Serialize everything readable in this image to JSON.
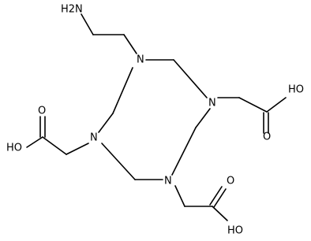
{
  "structure": {
    "atom_labels": {
      "amine": "H2N",
      "nitrogen_top": "N",
      "nitrogen_right": "N",
      "nitrogen_left": "N",
      "nitrogen_bottom": "N",
      "hydroxyl_right": "HO",
      "hydroxyl_left": "HO",
      "hydroxyl_bottom": "HO",
      "oxygen_right": "O",
      "oxygen_left": "O",
      "oxygen_bottom": "O"
    }
  },
  "colors": {
    "bond": "#000000",
    "background": "#ffffff"
  }
}
